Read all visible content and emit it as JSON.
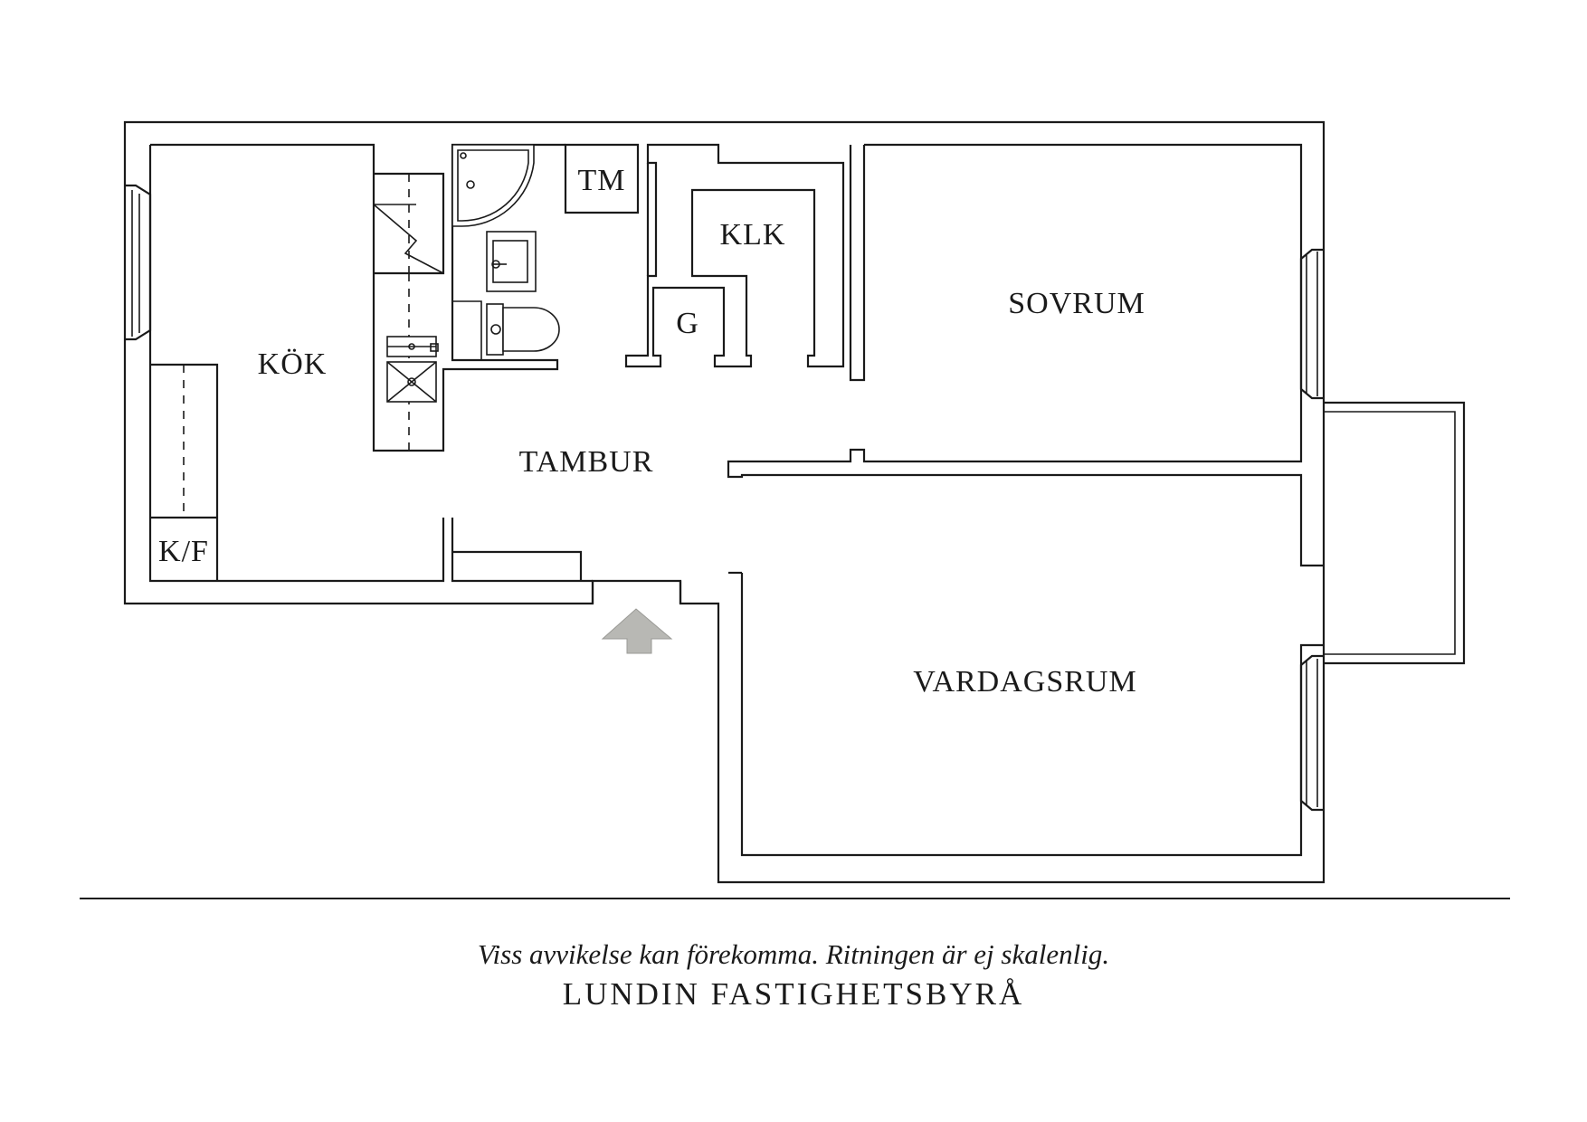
{
  "rooms": {
    "kitchen": "KÖK",
    "fridge_freezer": "K/F",
    "laundry": "TM",
    "walk_in_closet": "KLK",
    "closet": "G",
    "hallway": "TAMBUR",
    "bedroom": "SOVRUM",
    "living_room": "VARDAGSRUM"
  },
  "footer": {
    "disclaimer": "Viss avvikelse kan förekomma. Ritningen är ej skalenlig.",
    "company": "LUNDIN FASTIGHETSBYRÅ"
  },
  "icons": {
    "entrance": "entrance-arrow-icon"
  },
  "colors": {
    "walls": "#1a1a1a",
    "entrance_arrow": "#b8b8b4"
  }
}
